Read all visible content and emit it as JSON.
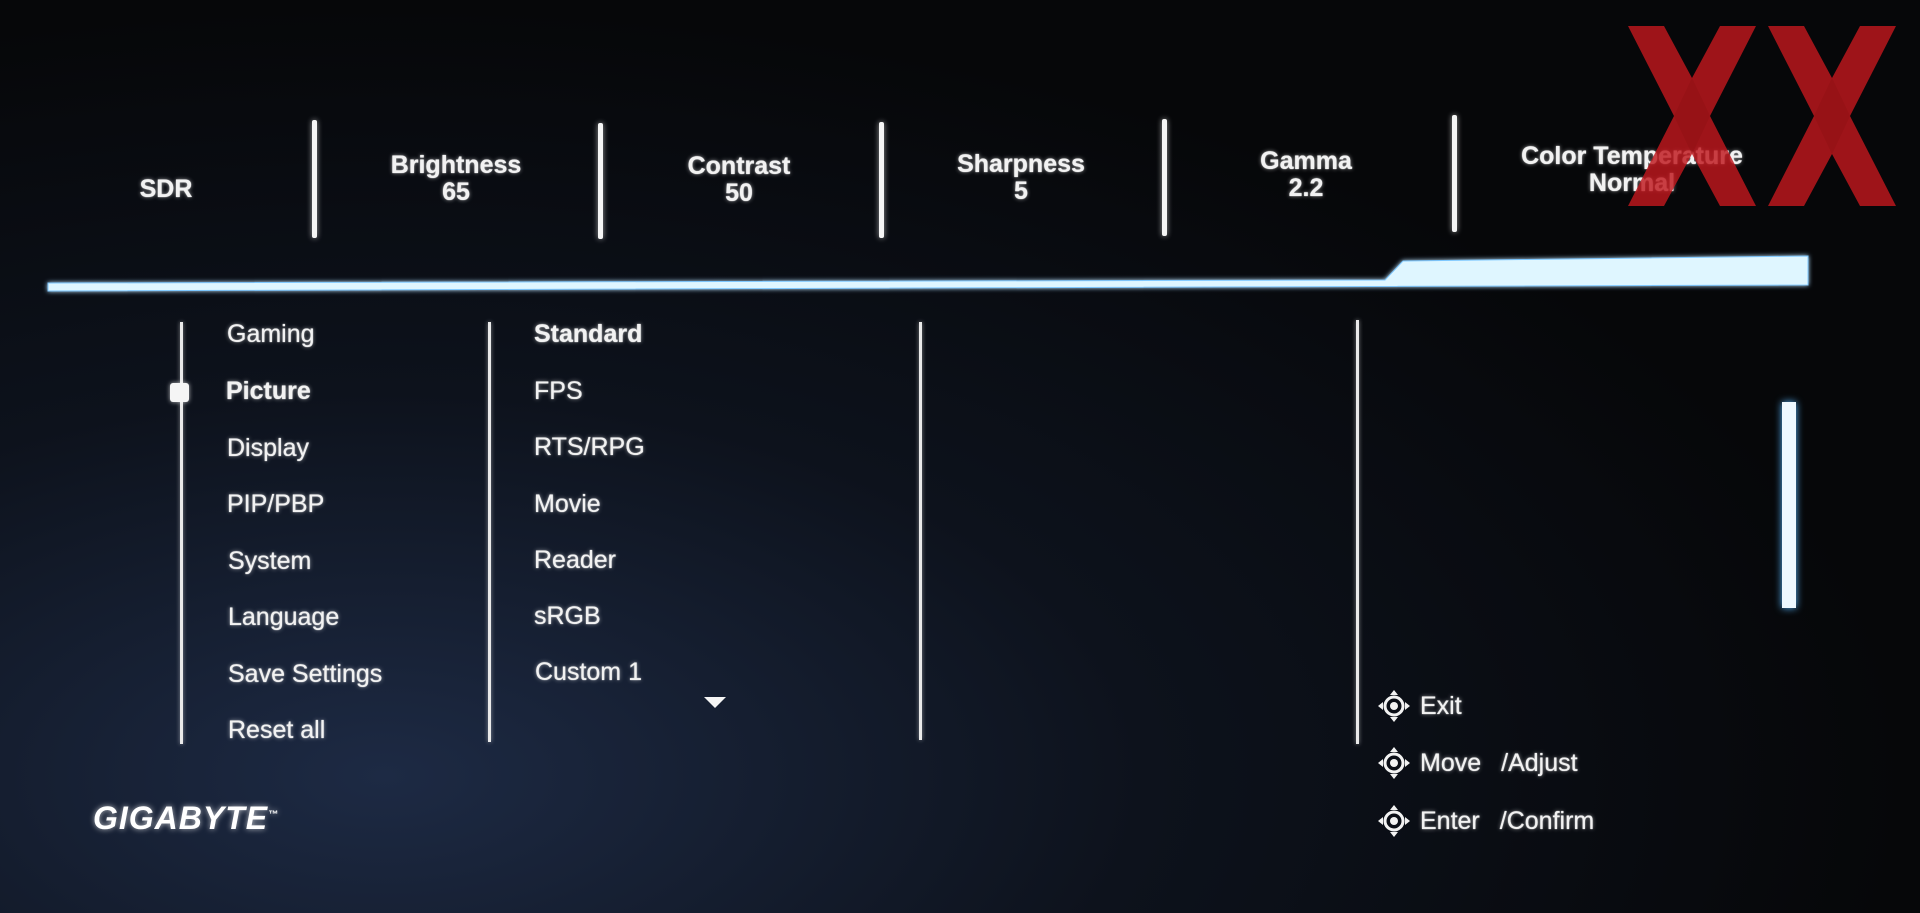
{
  "status_bar": {
    "mode": "SDR",
    "items": [
      {
        "label": "Brightness",
        "value": "65"
      },
      {
        "label": "Contrast",
        "value": "50"
      },
      {
        "label": "Sharpness",
        "value": "5"
      },
      {
        "label": "Gamma",
        "value": "2.2"
      },
      {
        "label": "Color Temperature",
        "value": "Normal"
      }
    ]
  },
  "main_menu": {
    "items": [
      "Gaming",
      "Picture",
      "Display",
      "PIP/PBP",
      "System",
      "Language",
      "Save Settings",
      "Reset all"
    ],
    "selected": "Picture"
  },
  "picture_menu": {
    "items": [
      "Standard",
      "FPS",
      "RTS/RPG",
      "Movie",
      "Reader",
      "sRGB",
      "Custom 1"
    ],
    "selected": "Standard"
  },
  "hints": {
    "exit": "Exit",
    "move": "Move",
    "adjust": "/Adjust",
    "enter": "Enter",
    "confirm": "/Confirm"
  },
  "brand": {
    "logo": "GIGABYTE",
    "mark": "™"
  },
  "watermark": {
    "text": "XX"
  },
  "colors": {
    "accent": "#dff6ff",
    "accent_glow": "#4aa8ff",
    "watermark": "#c0171d",
    "text": "#f2f2f2"
  }
}
